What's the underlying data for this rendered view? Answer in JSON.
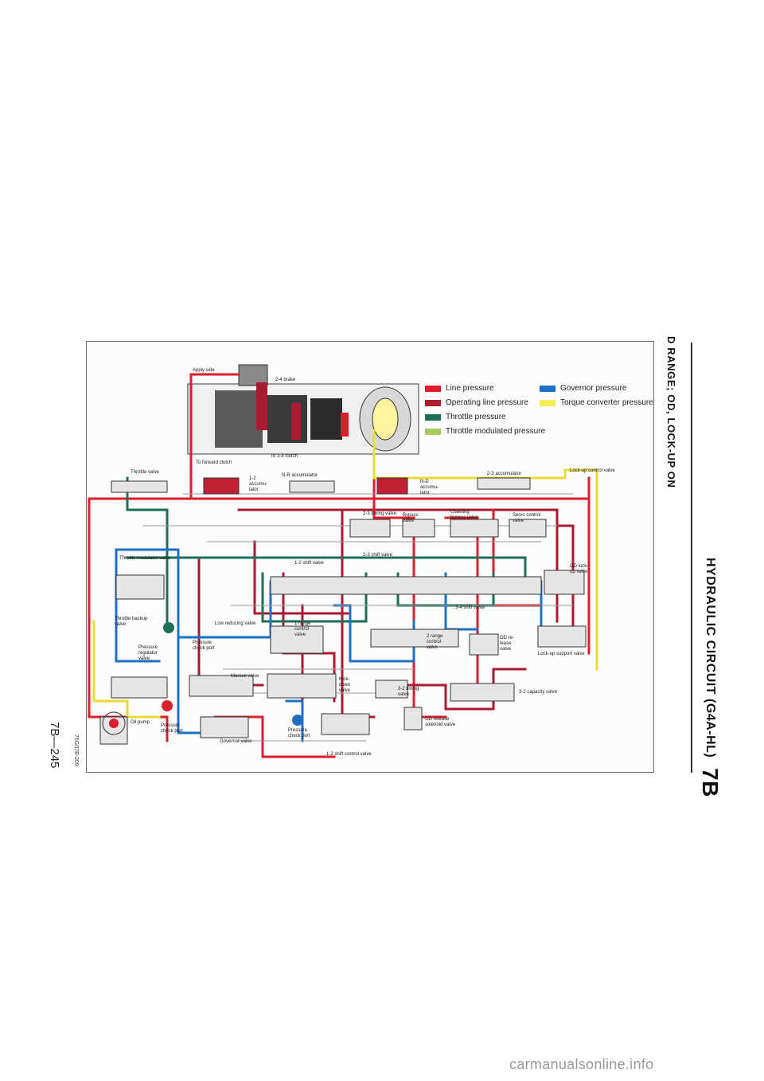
{
  "header": {
    "section_title": "D RANGE; OD, LOCK-UP ON",
    "main_title": "HYDRAULIC CIRCUIT (G4A-HL)",
    "chapter_mark": "7B"
  },
  "footer": {
    "page_number": "7B—245",
    "figure_code": "76G07B-209",
    "watermark": "carmanualsonline.info"
  },
  "legend": [
    {
      "label": "Line pressure",
      "color": "#e0202c"
    },
    {
      "label": "Operating line pressure",
      "color": "#b01c2c"
    },
    {
      "label": "Throttle pressure",
      "color": "#1e6e5a"
    },
    {
      "label": "Throttle modulated pressure",
      "color": "#a8c860"
    },
    {
      "label": "Governor pressure",
      "color": "#1f6fc4"
    },
    {
      "label": "Torque converter pressure",
      "color": "#f5ee50"
    }
  ],
  "colors": {
    "line": "#d91e2c",
    "operating": "#a91b30",
    "throttle": "#1e6e5a",
    "modulated": "#a8c860",
    "governor": "#1f6fc4",
    "converter": "#e8dc3a",
    "housing": "#3a3a3a",
    "drain": "#9a9a9a"
  },
  "labels": {
    "apply_side": "Apply side",
    "brake_24": "2-4 brake",
    "to_forward_clutch": "To forward clutch",
    "to_34_clutch": "To 3-4 clutch",
    "throttle_valve": "Throttle valve",
    "acc_12": "1-2 accumu-lator",
    "nr_acc": "N-R accumulator",
    "nd_acc": "N-D accumu-lator",
    "acc_23": "2-3 accumulator",
    "lockup_control": "Lock-up control valve",
    "timing_23": "2-3 timing valve",
    "bypass": "Bypass valve",
    "coasting_bypass": "Coasting bypass valve",
    "servo_control": "Servo control valve",
    "shift_23": "2-3 shift valve",
    "shift_12": "1-2 shift valve",
    "throttle_modulator": "Throttle modulator valve",
    "od_lockup": "OD lock-up valve",
    "shift_34": "3-4 shift valve",
    "throttle_backup": "Throttle backup valve",
    "low_reducing": "Low reducing valve",
    "range_control_1": "1 range control valve",
    "pressure_check_port": "Pressure check port",
    "pressure_regulator": "Pressure regulator valve",
    "range_control_2": "2 range control valve",
    "od_release": "OD re-lease valve",
    "lockup_support": "Lock-up support valve",
    "manual_valve": "Manual valve",
    "kickdown": "Kick-down valve",
    "timing_32": "3-2 timing valve",
    "capacity_32": "3-2 capacity valve",
    "oil_pump": "Oil pump",
    "pressure_check_port_2": "Pressure check port",
    "pressure_check_port_3": "Pressure check port",
    "governor_valve": "Governor valve",
    "od_release_solenoid": "OD release solenoid valve",
    "shift_control_12": "1-2 shift control valve"
  }
}
